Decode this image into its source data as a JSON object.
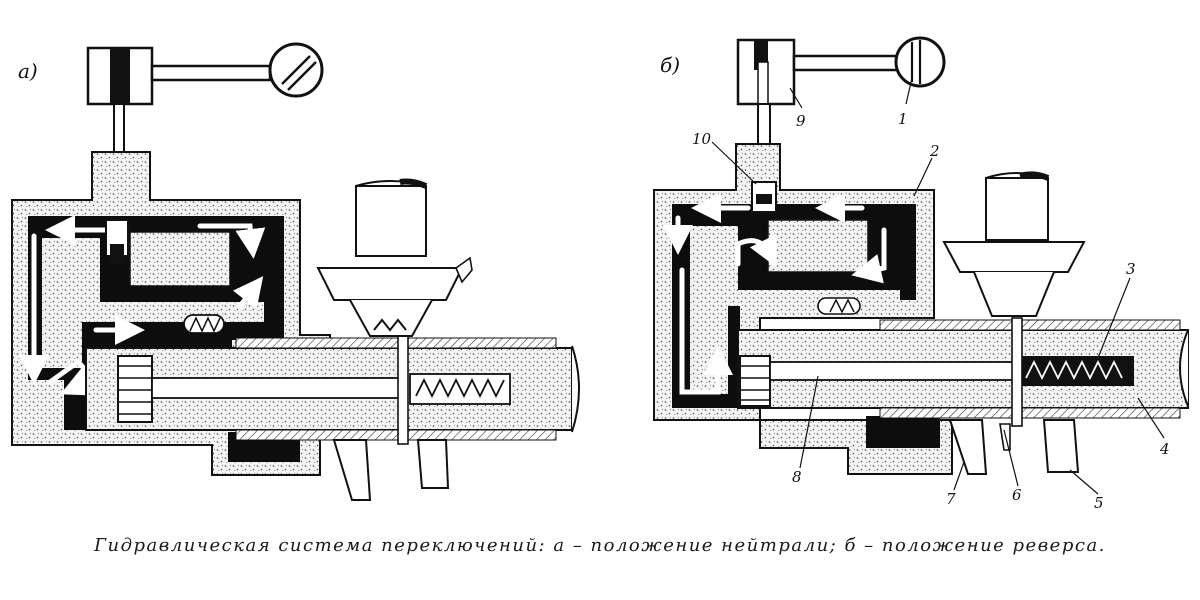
{
  "figure": {
    "panels": [
      {
        "id": "a",
        "label": "а)"
      },
      {
        "id": "b",
        "label": "б)"
      }
    ],
    "callouts": [
      "1",
      "2",
      "3",
      "4",
      "5",
      "6",
      "7",
      "8",
      "9",
      "10"
    ],
    "caption": "Гидравлическая система переключений: а – положение нейтрали; б – положение реверса."
  }
}
